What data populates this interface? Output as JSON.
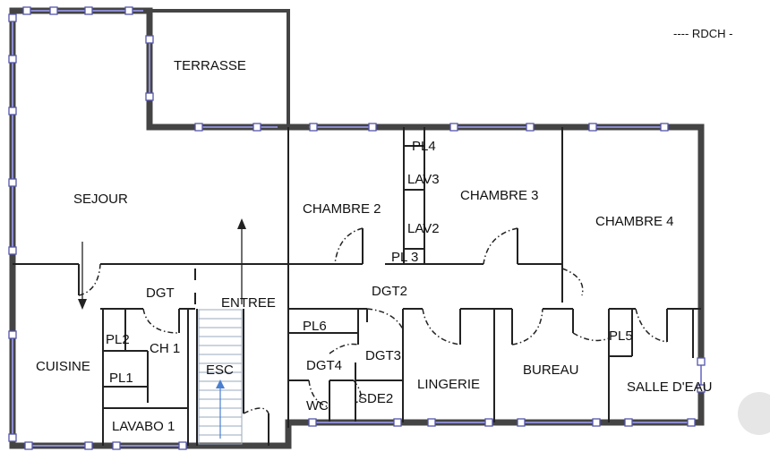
{
  "plan": {
    "level_label": "---- RDCH -",
    "rooms": {
      "terrasse": "TERRASSE",
      "sejour": "SEJOUR",
      "chambre2": "CHAMBRE 2",
      "chambre3": "CHAMBRE 3",
      "chambre4": "CHAMBRE 4",
      "pl4": "PL4",
      "lav3": "LAV3",
      "lav2": "LAV2",
      "pl3": "PL 3",
      "dgt": "DGT",
      "entree": "ENTREE",
      "dgt2": "DGT2",
      "cuisine": "CUISINE",
      "pl2": "PL2",
      "ch1": "CH 1",
      "pl1": "PL1",
      "lavabo1": "LAVABO 1",
      "esc": "ESC",
      "pl6": "PL6",
      "dgt3": "DGT3",
      "dgt4": "DGT4",
      "wc": "WC",
      "sde2": "SDE2",
      "lingerie": "LINGERIE",
      "bureau": "BUREAU",
      "pl5": "PL5",
      "salle_deau": "SALLE D'EAU"
    },
    "colors": {
      "wall": "#444444",
      "window": "#8a8ad0",
      "stair_arrow": "#4a7fd0"
    }
  }
}
